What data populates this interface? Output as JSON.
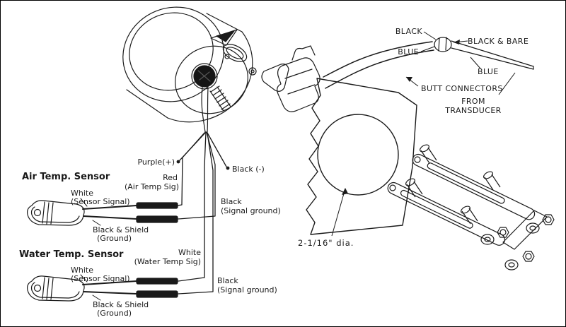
{
  "page": {
    "background": "#ffffff",
    "line_color": "#1a1a1a"
  },
  "transducer_section": {
    "wire_black": "BLACK",
    "wire_blue": "BLUE",
    "wire_black_bare": "BLACK & BARE",
    "wire_blue_2": "BLUE",
    "butt_connectors": "BUTT CONNECTORS",
    "from_line1": "FROM",
    "from_line2": "TRANSDUCER"
  },
  "gauge_wires": {
    "purple": "Purple(+)",
    "red": "Red",
    "red_sub": "(Air Temp Sig)",
    "black_minus": "Black (-)",
    "air_ground": "Black",
    "air_ground_sub": "(Signal ground)",
    "water_sig": "White",
    "water_sig_sub": "(Water Temp Sig)",
    "water_ground": "Black",
    "water_ground_sub": "(Signal ground)"
  },
  "air_sensor": {
    "title": "Air Temp. Sensor",
    "signal": "White",
    "signal_sub": "(Sensor Signal)",
    "ground": "Black & Shield",
    "ground_sub": "(Ground)"
  },
  "water_sensor": {
    "title": "Water Temp. Sensor",
    "signal": "White",
    "signal_sub": "(Sensor Signal)",
    "ground": "Black & Shield",
    "ground_sub": "(Ground)"
  },
  "panel": {
    "hole_label": "2-1/16\" dia."
  }
}
